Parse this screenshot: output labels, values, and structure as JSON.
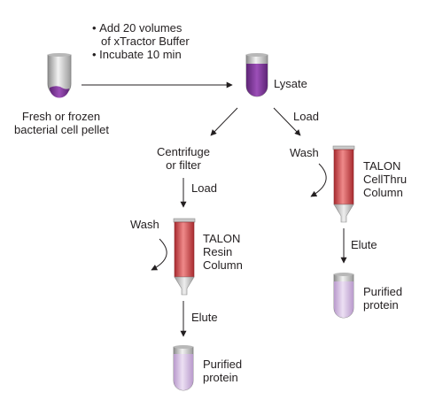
{
  "colors": {
    "ink": "#231f20",
    "tube_gray_light": "#f2f2f2",
    "tube_gray_dark": "#8d8d8d",
    "pellet_purple": "#7b3a96",
    "lysate_purple": "#8a3fa3",
    "column_red": "#cf3f42",
    "purified_lavender": "#d8bfe4"
  },
  "steps": {
    "bullet_1_line_1": "Add 20 volumes",
    "bullet_1_line_2": "of xTractor Buffer",
    "bullet_2": "Incubate 10 min"
  },
  "pellet": {
    "line_1": "Fresh or frozen",
    "line_2": "bacterial cell pellet"
  },
  "lysate": {
    "label": "Lysate"
  },
  "left_branch": {
    "centrifuge_line_1": "Centrifuge",
    "centrifuge_line_2": "or filter",
    "load_label": "Load",
    "wash_label": "Wash",
    "column_line_1": "TALON",
    "column_line_2": "Resin",
    "column_line_3": "Column",
    "elute_label": "Elute",
    "purified_line_1": "Purified",
    "purified_line_2": "protein"
  },
  "right_branch": {
    "load_label": "Load",
    "wash_label": "Wash",
    "column_line_1": "TALON",
    "column_line_2": "CellThru",
    "column_line_3": "Column",
    "elute_label": "Elute",
    "purified_line_1": "Purified",
    "purified_line_2": "protein"
  }
}
